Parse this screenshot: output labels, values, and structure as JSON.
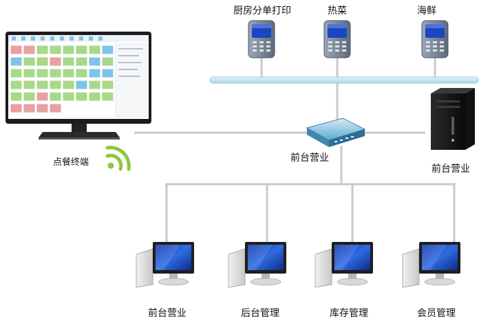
{
  "labels": {
    "printer_kitchen": "厨房分单打印",
    "hot_dishes": "热菜",
    "seafood": "海鲜",
    "ordering_terminal": "点餐终端",
    "router_front_desk": "前台营业",
    "server_front_desk": "前台营业",
    "pc_front_desk": "前台营业",
    "pc_back_office": "后台管理",
    "pc_inventory": "库存管理",
    "pc_membership": "会员管理"
  },
  "colors": {
    "cable": "#c9c9c9",
    "bus": "#bfe2ee",
    "monitor_screen": "#1a3fb8",
    "wifi": "#8cc63f",
    "pos_green": "#a8d88a",
    "pos_blue": "#7fc4e8",
    "pos_red": "#e8a0a0"
  }
}
